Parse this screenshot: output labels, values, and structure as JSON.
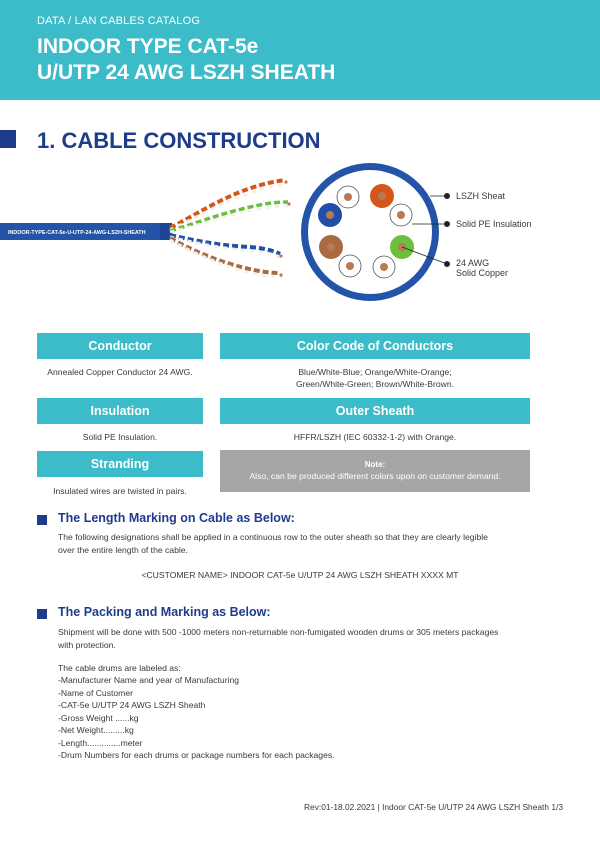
{
  "header": {
    "kicker": "DATA / LAN CABLES CATALOG",
    "title_line1": "INDOOR TYPE CAT-5e",
    "title_line2": "U/UTP 24 AWG LSZH SHEATH"
  },
  "section1": {
    "title": "1. CABLE CONSTRUCTION"
  },
  "diagram": {
    "cable_print": "INDOOR-TYPE-CAT-5e-U-UTP-24-AWG-LSZH-SHEATH",
    "callouts": [
      "LSZH Sheat",
      "Solid PE Insulation",
      "24 AWG",
      "Solid Copper"
    ],
    "colors": {
      "sheath": "#2454a8",
      "blue": "#1f4fa6",
      "orange": "#d4561b",
      "green": "#6bbf3c",
      "brown": "#a86a3e",
      "copper": "#b87a52"
    }
  },
  "specs": {
    "conductor": {
      "label": "Conductor",
      "value": "Annealed Copper Conductor 24 AWG."
    },
    "color_code": {
      "label": "Color Code of Conductors",
      "line1": "Blue/White-Blue; Orange/White-Orange;",
      "line2": "Green/White-Green; Brown/White-Brown."
    },
    "insulation": {
      "label": "Insulation",
      "value": "Solid PE Insulation."
    },
    "outer_sheath": {
      "label": "Outer Sheath",
      "value": "HFFR/LSZH (IEC 60332-1-2) with Orange."
    },
    "stranding": {
      "label": "Stranding",
      "value": "Insulated wires are twisted in pairs."
    },
    "note": {
      "title": "Note:",
      "text": "Also, can be produced different colors upon on customer demand."
    }
  },
  "marking": {
    "title": "The Length Marking on Cable as Below:",
    "text_line1": "The following designations shall be applied in a continuous row to the outer sheath so that they are clearly legible",
    "text_line2": "over the entire length of the cable.",
    "example": "<CUSTOMER NAME> INDOOR  CAT-5e U/UTP 24 AWG  LSZH SHEATH  XXXX MT"
  },
  "packing": {
    "title": "The Packing and Marking as Below:",
    "text_line1": "Shipment will be done with 500 -1000 meters non-returnable non-fumigated wooden drums or 305 meters packages",
    "text_line2": "with protection.",
    "labels_intro": "The cable drums are labeled as:",
    "items": [
      "-Manufacturer Name and year of Manufacturing",
      "-Name of Customer",
      "-CAT-5e U/UTP 24 AWG LSZH Sheath",
      "-Gross Weight ......kg",
      "-Net Weight.........kg",
      "-Length..............meter",
      "-Drum Numbers for each drums or package numbers for each packages."
    ]
  },
  "footer": {
    "text": "Rev:01-18.02.2021  |  Indoor CAT-5e  U/UTP 24 AWG LSZH Sheath 1/3"
  }
}
